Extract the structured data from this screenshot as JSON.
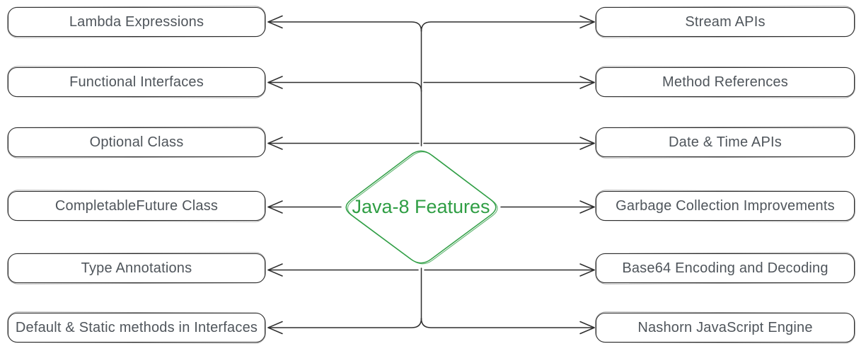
{
  "diagram": {
    "title": "Java-8 Features",
    "center_node": {
      "label": "Java-8 Features",
      "shape": "diamond",
      "color": "#2f9e44"
    },
    "left_nodes": [
      "Lambda Expressions",
      "Functional Interfaces",
      "Optional Class",
      "CompletableFuture Class",
      "Type Annotations",
      "Default & Static methods in Interfaces"
    ],
    "right_nodes": [
      "Stream APIs",
      "Method References",
      "Date & Time APIs",
      "Garbage Collection Improvements",
      "Base64 Encoding and Decoding",
      "Nashorn JavaScript Engine"
    ],
    "colors": {
      "accent_green": "#2f9e44",
      "stroke": "#2e2e2e",
      "text": "#4f555b",
      "background": "#ffffff"
    }
  }
}
